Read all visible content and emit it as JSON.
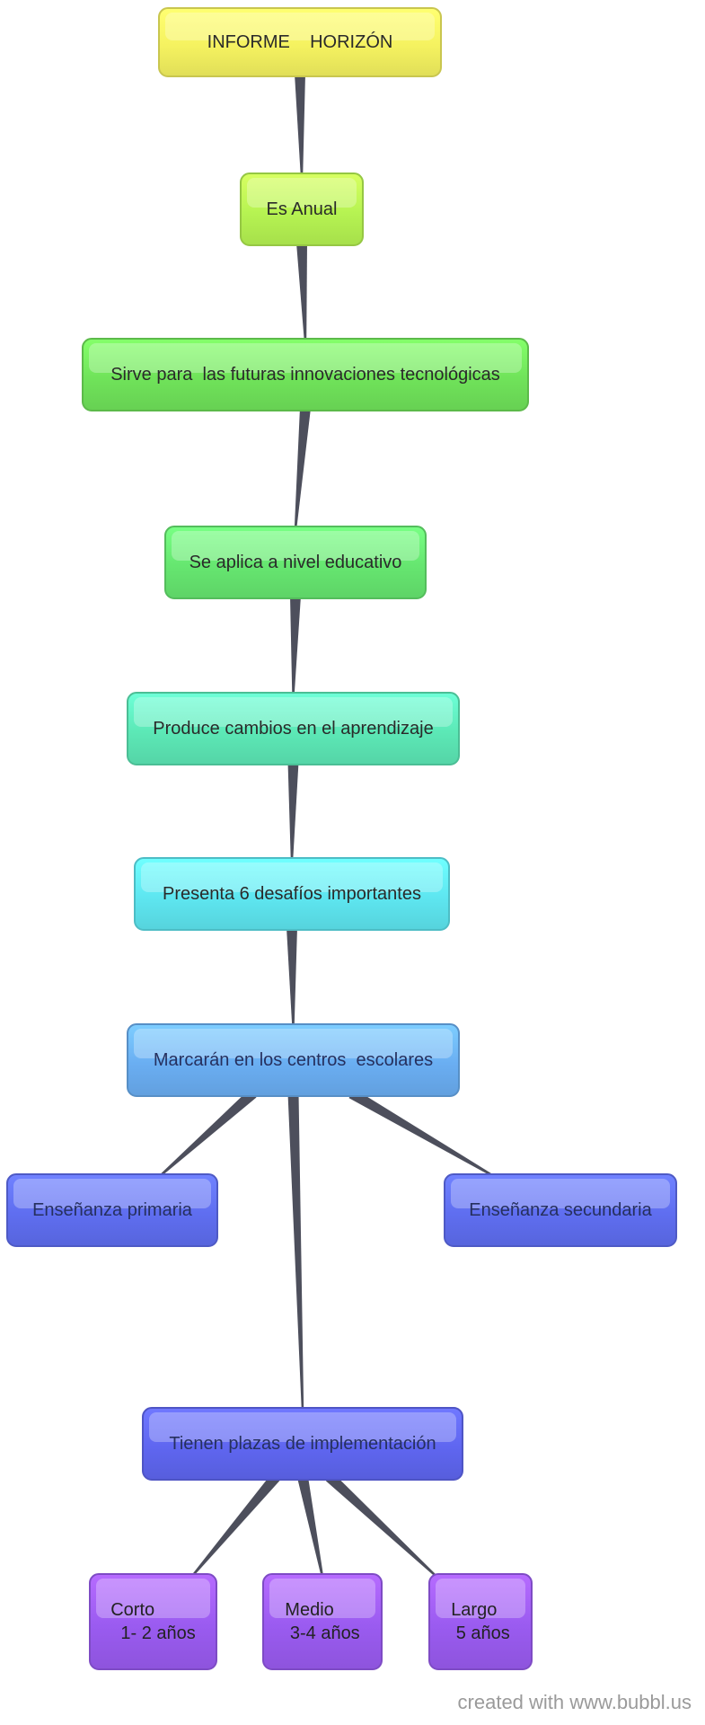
{
  "nodes": {
    "informe": {
      "label": "INFORME    HORIZÓN",
      "color": "#f5f260"
    },
    "anual": {
      "label": "Es Anual",
      "color": "#b6f352"
    },
    "sirve": {
      "label": "Sirve para  las futuras innovaciones tecnológicas",
      "color": "#70e35a"
    },
    "aplica": {
      "label": "Se aplica a nivel educativo",
      "color": "#66e670"
    },
    "produce": {
      "label": "Produce cambios en el aprendizaje",
      "color": "#5ce8b6"
    },
    "presenta": {
      "label": "Presenta 6 desafíos importantes",
      "color": "#5ee6f0"
    },
    "marcaran": {
      "label": "Marcarán en los centros  escolares",
      "color": "#6aaef2"
    },
    "primaria": {
      "label": "Enseñanza primaria",
      "color": "#5f6ef0"
    },
    "secundaria": {
      "label": "Enseñanza secundaria",
      "color": "#5f6ef0"
    },
    "plazas": {
      "label": "Tienen plazas de implementación",
      "color": "#5f66f0"
    },
    "corto": {
      "label": "Corto\n  1- 2 años",
      "color": "#9a5bf0"
    },
    "medio": {
      "label": "Medio\n 3-4 años",
      "color": "#9a5bf0"
    },
    "largo": {
      "label": "Largo\n 5 años",
      "color": "#9a5bf0"
    }
  },
  "credit": "created with www.bubbl.us"
}
